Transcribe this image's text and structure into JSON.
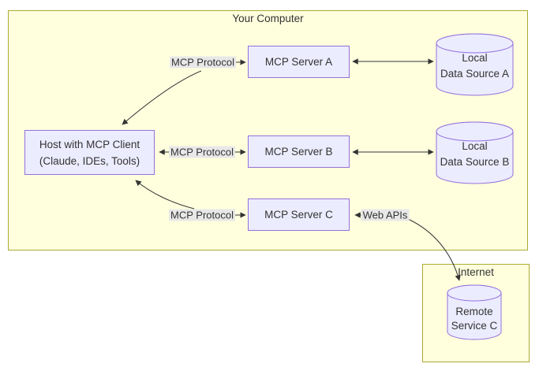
{
  "diagram": {
    "your_computer": {
      "title": "Your Computer"
    },
    "internet": {
      "title": "Internet"
    },
    "nodes": {
      "host": {
        "line1": "Host with MCP Client",
        "line2": "(Claude, IDEs, Tools)"
      },
      "server_a": {
        "label": "MCP Server A"
      },
      "server_b": {
        "label": "MCP Server B"
      },
      "server_c": {
        "label": "MCP Server C"
      },
      "source_a": {
        "line1": "Local",
        "line2": "Data Source A"
      },
      "source_b": {
        "line1": "Local",
        "line2": "Data Source B"
      },
      "remote_c": {
        "line1": "Remote",
        "line2": "Service C"
      }
    },
    "edge_labels": {
      "protocol_a": "MCP Protocol",
      "protocol_b": "MCP Protocol",
      "protocol_c": "MCP Protocol",
      "web_apis": "Web APIs"
    },
    "colors": {
      "node_fill": "#ECECFF",
      "node_border": "#9370DB",
      "cluster_fill": "#FFFFDE",
      "cluster_border": "#AAAA33",
      "edge_color": "#333333",
      "edge_label_bg": "#E8E8E8",
      "text_color": "#333333"
    }
  }
}
